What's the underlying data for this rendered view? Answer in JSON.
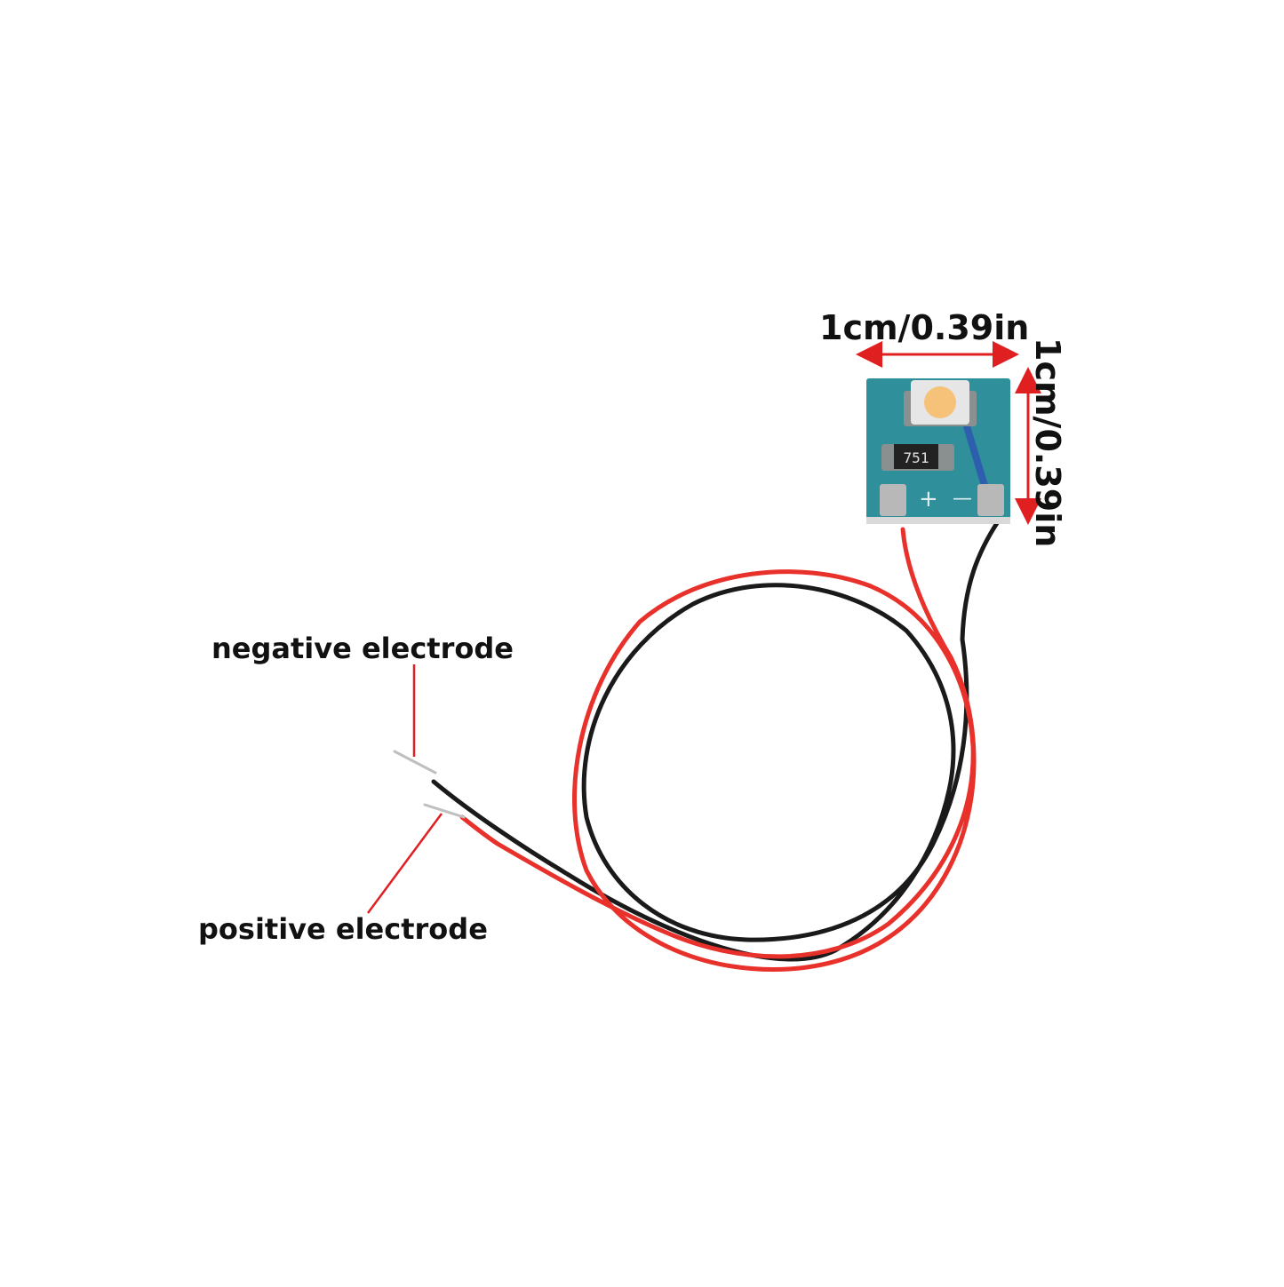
{
  "dimensions": {
    "width_label": "1cm/0.39in",
    "height_label": "1cm/0.39in"
  },
  "pcb": {
    "resistor_marking": "751",
    "plus_symbol": "+",
    "minus_symbol": "—"
  },
  "wires": {
    "negative_label": "negative electrode",
    "positive_label": "positive electrode"
  },
  "colors": {
    "background": "#ffffff",
    "pcb": "#2f8f9a",
    "led": "#f6c27a",
    "red_wire": "#e8312b",
    "black_wire": "#1a1a1a",
    "arrow": "#e02020",
    "pointer": "#e02020",
    "text": "#111111"
  }
}
